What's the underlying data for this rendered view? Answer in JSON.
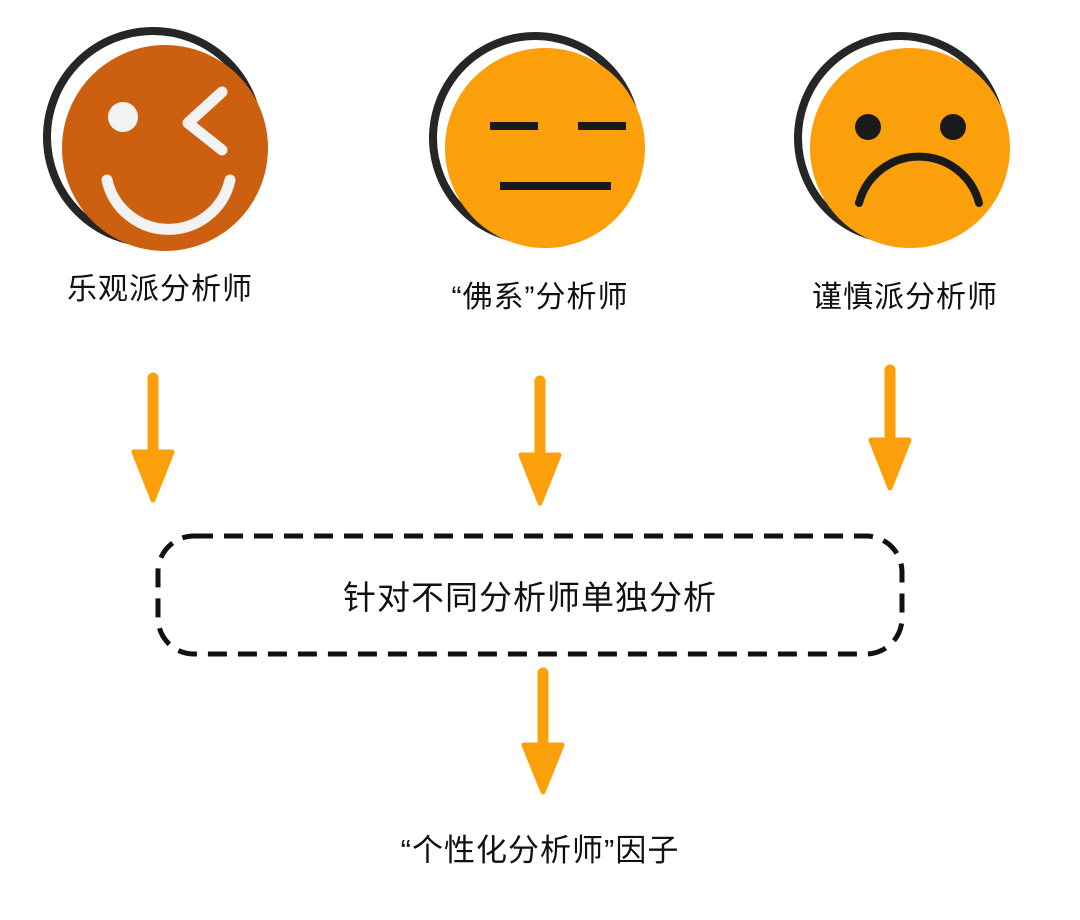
{
  "diagram": {
    "type": "flow-diagram",
    "background_color": "#ffffff",
    "colors": {
      "arrow_orange": "#FBA00B",
      "face_amber": "#FBA00B",
      "face_burnt_orange": "#CC6010",
      "outline_dark": "#262626",
      "text_dark": "#111111",
      "feature_white": "#F2F2F2"
    },
    "personas": [
      {
        "id": "optimistic",
        "label": "乐观派分析师",
        "icon": "winking-smiley-face-icon",
        "mood": "optimistic",
        "fill_color": "#CC6010",
        "feature_color": "#F2F2F2"
      },
      {
        "id": "neutral",
        "label": "“佛系”分析师",
        "icon": "neutral-face-icon",
        "mood": "neutral",
        "fill_color": "#FBA00B",
        "feature_color": "#1A1A1A"
      },
      {
        "id": "cautious",
        "label": "谨慎派分析师",
        "icon": "frowning-face-icon",
        "mood": "cautious",
        "fill_color": "#FBA00B",
        "feature_color": "#1A1A1A"
      }
    ],
    "process_box": {
      "label": "针对不同分析师单独分析",
      "border_style": "dashed",
      "border_color": "#111111"
    },
    "outcome": {
      "label": "“个性化分析师”因子"
    },
    "arrows": [
      {
        "id": "arrow-optimistic-to-process",
        "from": "optimistic",
        "to": "process-box",
        "direction": "down",
        "color": "#FBA00B"
      },
      {
        "id": "arrow-neutral-to-process",
        "from": "neutral",
        "to": "process-box",
        "direction": "down",
        "color": "#FBA00B"
      },
      {
        "id": "arrow-cautious-to-process",
        "from": "cautious",
        "to": "process-box",
        "direction": "down",
        "color": "#FBA00B"
      },
      {
        "id": "arrow-process-to-outcome",
        "from": "process-box",
        "to": "outcome",
        "direction": "down",
        "color": "#FBA00B"
      }
    ]
  }
}
